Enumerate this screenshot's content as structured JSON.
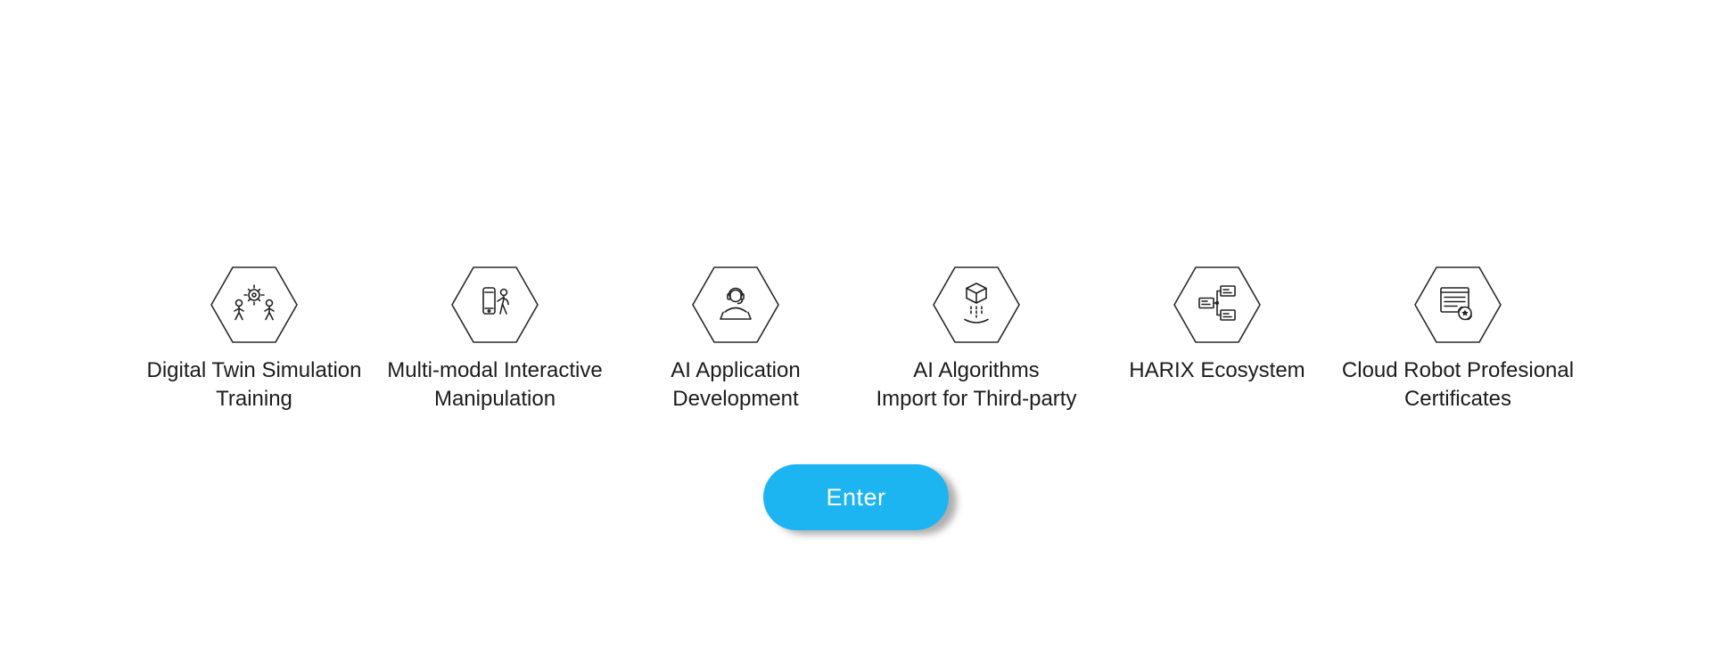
{
  "page": {
    "background_color": "#ffffff",
    "text_color": "#1c1c1c"
  },
  "features": {
    "items": [
      {
        "label": "Digital Twin Simulation\nTraining",
        "icon": "digital-twin-simulation-icon"
      },
      {
        "label": "Multi-modal Interactive\nManipulation",
        "icon": "multimodal-interactive-manipulation-icon"
      },
      {
        "label": "AI Application\nDevelopment",
        "icon": "ai-application-development-icon"
      },
      {
        "label": "AI Algorithms\nImport for Third-party",
        "icon": "ai-algorithms-import-icon"
      },
      {
        "label": "HARIX Ecosystem",
        "icon": "harix-ecosystem-icon"
      },
      {
        "label": "Cloud Robot Profesional\nCertificates",
        "icon": "cloud-robot-certificates-icon"
      }
    ]
  },
  "enter_button": {
    "label": "Enter",
    "color": "#1cb5f2"
  }
}
